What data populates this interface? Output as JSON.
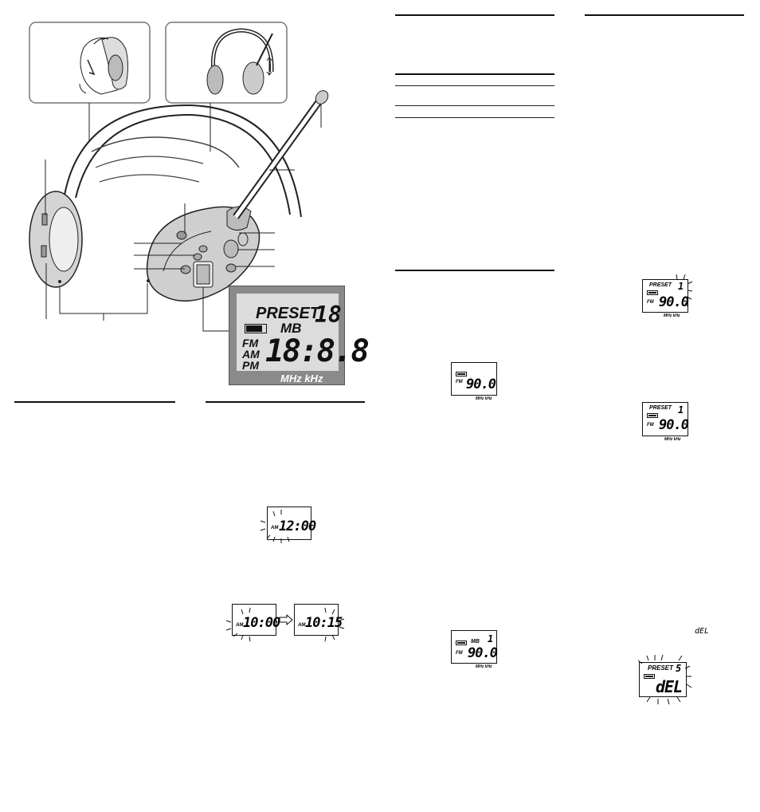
{
  "main_display": {
    "preset_label": "PRESET",
    "preset_digits": "18",
    "mb_label": "MB",
    "band_fm": "FM",
    "band_am": "AM",
    "band_pm": "PM",
    "digits": "18:8.8",
    "unit": "MHz kHz"
  },
  "clock_display_1": {
    "band": "AM",
    "digits": "12:00"
  },
  "clock_display_2": {
    "band": "AM",
    "digits": "10:00"
  },
  "clock_display_3": {
    "band": "AM",
    "digits": "10:15"
  },
  "tune_display_1": {
    "band": "FM",
    "digits": "90.0",
    "unit": "MHz kHz"
  },
  "tune_display_2": {
    "band": "FM",
    "mb": "MB",
    "preset": "1",
    "digits": "90.0",
    "unit": "MHz kHz"
  },
  "preset_display_1": {
    "preset_label": "PRESET",
    "preset": "1",
    "band": "FM",
    "digits": "90.0",
    "unit": "MHz kHz"
  },
  "preset_display_2": {
    "preset_label": "PRESET",
    "preset": "1",
    "band": "FM",
    "digits": "90.0",
    "unit": "MHz kHz"
  },
  "inline_symbol": "dEL",
  "delete_display": {
    "preset_label": "PRESET",
    "preset": "5",
    "digits": "dEL"
  },
  "colors": {
    "display_frame": "#8a8a8a",
    "display_screen": "#dcdcdc",
    "ink": "#111111"
  }
}
